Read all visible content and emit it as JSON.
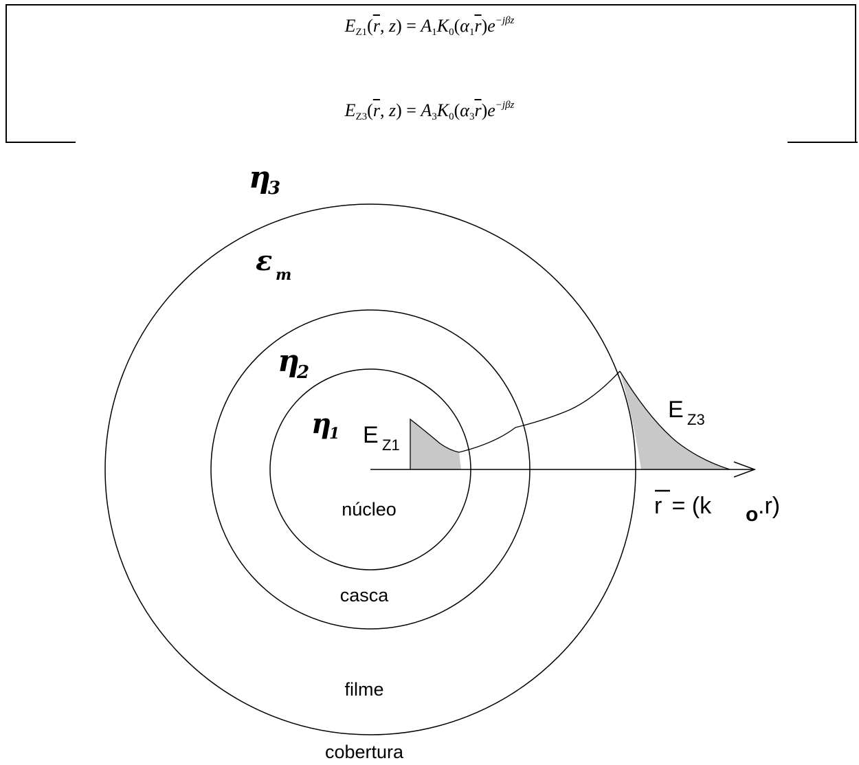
{
  "equations": {
    "eq1": {
      "lhs_sym": "E",
      "lhs_sub": "Z1",
      "args_r": "r",
      "args_z": "z",
      "amp": "A",
      "amp_sub": "1",
      "bessel": "K",
      "bessel_sub": "0",
      "alpha": "α",
      "alpha_sub": "1",
      "exp_base": "e",
      "exp": "−jβz"
    },
    "eq2": {
      "lhs_sym": "E",
      "lhs_sub": "Z3",
      "args_r": "r",
      "args_z": "z",
      "amp": "A",
      "amp_sub": "3",
      "bessel": "K",
      "bessel_sub": "0",
      "alpha": "α",
      "alpha_sub": "3",
      "exp_base": "e",
      "exp": "−jβz"
    }
  },
  "diagram": {
    "index_labels": {
      "n3": "η",
      "n3_sub": "3",
      "em": "ε",
      "em_sub": "m",
      "n2": "η",
      "n2_sub": "2",
      "n1": "η",
      "n1_sub": "1"
    },
    "region_labels": {
      "core": "núcleo",
      "shell": "casca",
      "film": "filme",
      "cover": "cobertura"
    },
    "field_labels": {
      "ez1": "E",
      "ez1_sub": "Z1",
      "ez3": "E",
      "ez3_sub": "Z3"
    },
    "axis_label": {
      "r": "r",
      "rest_open": " = (k",
      "k_sub": "o",
      "rest_close": ".r)"
    },
    "colors": {
      "stroke": "#000000",
      "fill_shaded": "#c8c8c8"
    }
  }
}
